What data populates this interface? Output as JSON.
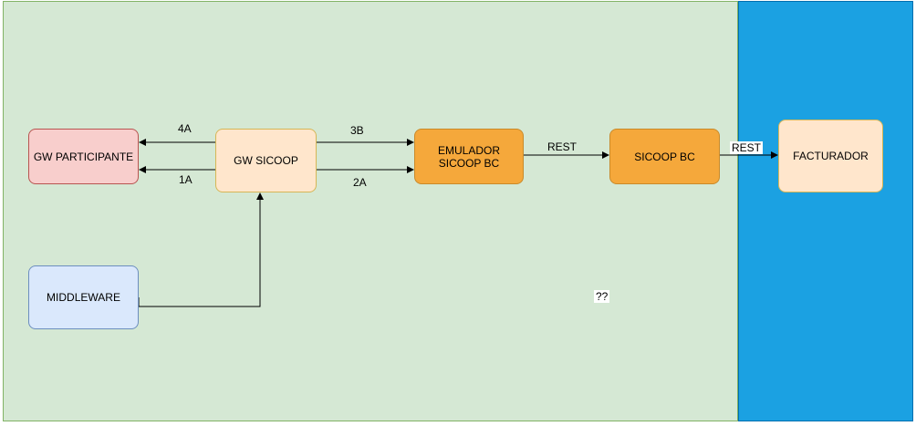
{
  "nodes": {
    "gw_participante": "GW PARTICIPANTE",
    "gw_sicoop": "GW SICOOP",
    "emulador_line1": "EMULADOR",
    "emulador_line2": "SICOOP BC",
    "sicoop_bc": "SICOOP BC",
    "facturador": "FACTURADOR",
    "middleware": "MIDDLEWARE"
  },
  "edges": {
    "e_4a": "4A",
    "e_1a": "1A",
    "e_3b": "3B",
    "e_2a": "2A",
    "rest_1": "REST",
    "rest_2": "REST"
  },
  "annotations": {
    "question": "??"
  },
  "colors": {
    "green_zone": "#d5e8d4",
    "blue_zone": "#1ba1e2",
    "gw_participante": "#f8cecc",
    "gw_sicoop": "#ffe6cc",
    "emulador": "#f5a83b",
    "sicoop_bc": "#f5a83b",
    "facturador": "#ffe6cc",
    "middleware": "#dae8fc"
  }
}
